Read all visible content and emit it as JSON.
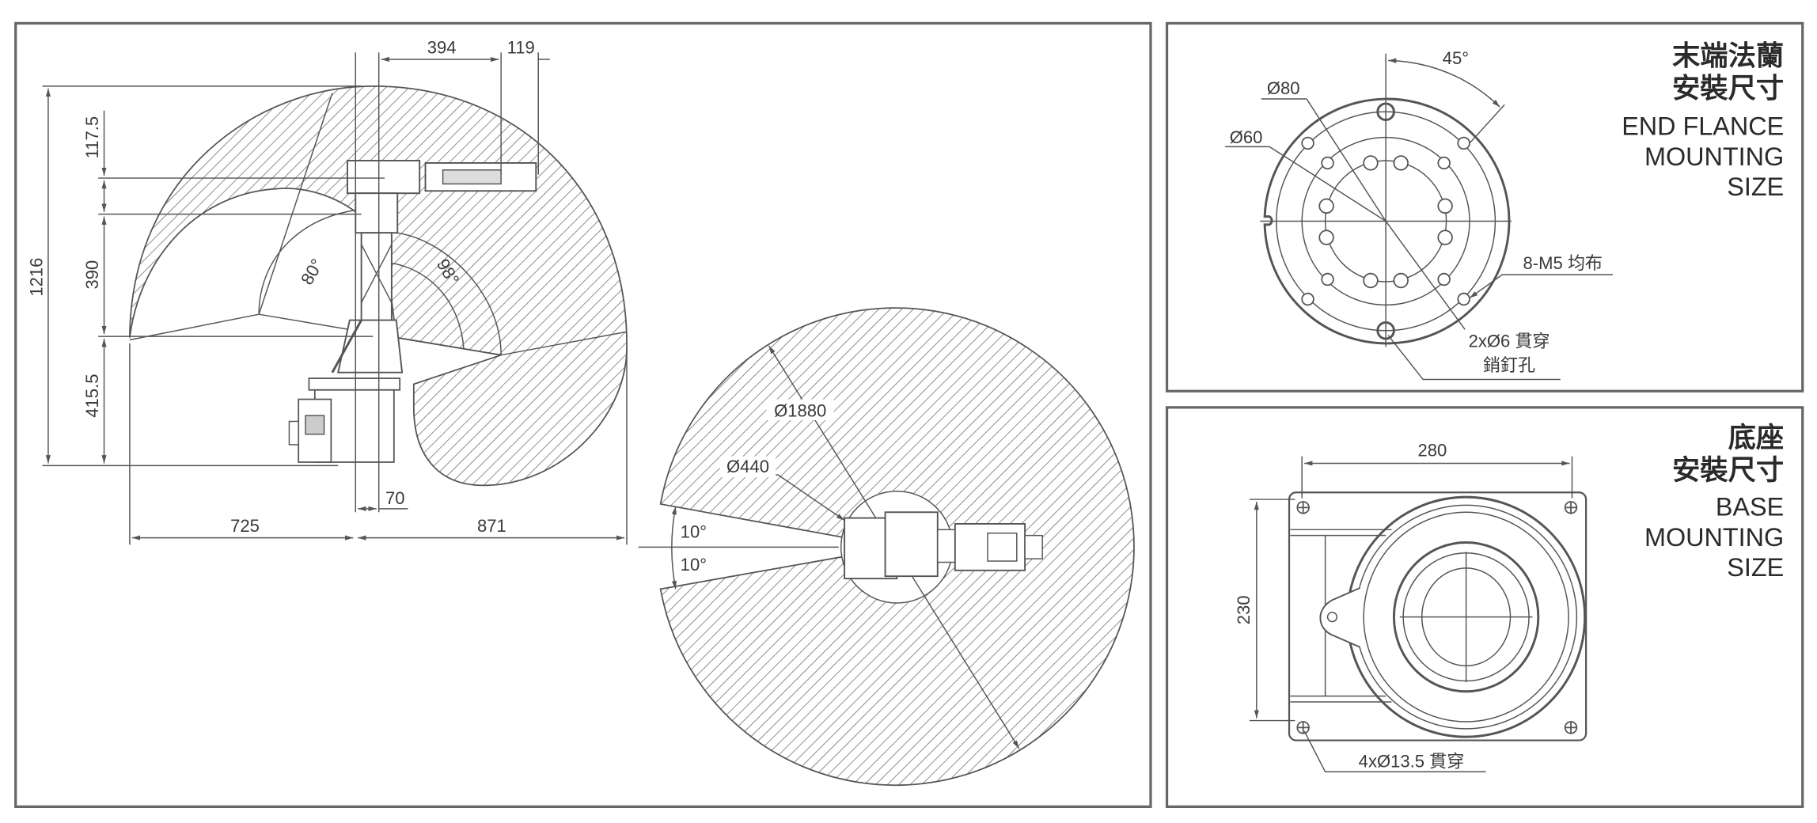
{
  "side_view": {
    "dims": {
      "total_height": "1216",
      "h_top": "117.5",
      "h_mid": "390",
      "h_base": "415.5",
      "reach_left": "725",
      "reach_right": "871",
      "offset": "70",
      "arm_len": "394",
      "wrist_len": "119",
      "angle_a": "80°",
      "angle_b": "98°"
    }
  },
  "top_view": {
    "dims": {
      "outer_dia": "Ø1880",
      "inner_dia": "Ø440",
      "angle_up": "10°",
      "angle_down": "10°"
    }
  },
  "flange_panel": {
    "title_cn_1": "末端法蘭",
    "title_cn_2": "安裝尺寸",
    "title_en_1": "END FLANCE",
    "title_en_2": "MOUNTING",
    "title_en_3": "SIZE",
    "angle": "45°",
    "dia_outer": "Ø80",
    "dia_inner": "Ø60",
    "thread_note": "8-M5 均布",
    "pin_note_1": "2xØ6 貫穿",
    "pin_note_2": "銷釘孔"
  },
  "base_panel": {
    "title_cn_1": "底座",
    "title_cn_2": "安裝尺寸",
    "title_en_1": "BASE",
    "title_en_2": "MOUNTING",
    "title_en_3": "SIZE",
    "width": "280",
    "height": "230",
    "hole_note": "4xØ13.5 貫穿"
  }
}
